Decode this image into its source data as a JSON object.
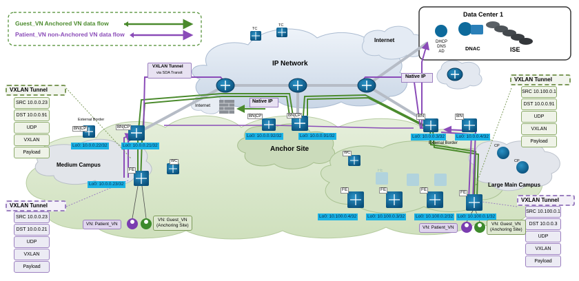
{
  "legend": {
    "guest_label": "Guest_VN  Anchored VN data flow",
    "patient_label": "Patient_VN  non-Anchored VN data flow"
  },
  "colors": {
    "guest": "#4a8a2c",
    "patient": "#8a4bb8",
    "device": "#0d6a9c",
    "loopback": "#1bb3e6",
    "cloud": "#d8e3f0",
    "fabric": "#dce8cf"
  },
  "datacenter": {
    "title": "Data Center 1",
    "services": "DHCP\nDNS\nAD",
    "dnac": "DNAC",
    "ise": "ISE"
  },
  "internet_top": "Internet",
  "internet_left": "Internet",
  "ip_network": "IP Network",
  "tc_labels": [
    "TC",
    "TC"
  ],
  "transit_label_1": "VXLAN Tunnel",
  "transit_label_2": "via SDA Transit",
  "native_ip_center": "Native IP",
  "native_ip_right": "Native IP",
  "anchor_site": "Anchor Site",
  "medium_campus": "Medium Campus",
  "large_campus": "Large Main Campus",
  "external_border_left": "External  Border",
  "external_border_right": "External Border",
  "devices": {
    "bn_cp_left": "BN|CP",
    "bn_cp_border": "BN|CP",
    "bn_cp_anchor1": "BN|CP",
    "bn_cp_anchor2": "BN|CP",
    "bn_right": "BN",
    "bn_right2": "BN",
    "fe_medium": "FE",
    "wc_medium": "WC",
    "wc_large": "WC",
    "cp1": "CP",
    "cp2": "CP",
    "fe_large": [
      "FE",
      "FE",
      "FE",
      "FE",
      "FE"
    ]
  },
  "loopbacks": {
    "medium_border1": "Lo0: 10.0.0.22/32",
    "medium_border2": "Lo0: 10.0.0.21/32",
    "medium_fe": "Lo0: 10.0.0.23/32",
    "anchor1": "Lo0: 10.0.0.92/32",
    "anchor2": "Lo0: 10.0.0.91/32",
    "large_border1": "Lo0: 10.0.0.3/32",
    "large_border2": "Lo0: 10.0.0.4/32",
    "fe1": "Lo0: 10.100.0.4/32",
    "fe2": "Lo0: 10.100.0.3/32",
    "fe3": "Lo0: 10.100.0.2/32",
    "fe4": "Lo0: 10.100.0.1/32"
  },
  "vxlan_tl": {
    "title": "VXLAN Tunnel",
    "items": [
      "SRC 10.0.0.23",
      "DST 10.0.0.91",
      "UDP",
      "VXLAN",
      "Payload"
    ]
  },
  "vxlan_tr": {
    "title": "VXLAN Tunnel",
    "items": [
      "SRC 10.100.0.1",
      "DST  10.0.0.91",
      "UDP",
      "VXLAN",
      "Payload"
    ]
  },
  "vxlan_bl": {
    "title": "VXLAN Tunnel",
    "items": [
      "SRC 10.0.0.23",
      "DST 10.0.0.21",
      "UDP",
      "VXLAN",
      "Payload"
    ]
  },
  "vxlan_br": {
    "title": "VXLAN Tunnel",
    "items": [
      "SRC 10.100.0.1",
      "DST 10.0.0.3",
      "UDP",
      "VXLAN",
      "Payload"
    ]
  },
  "vn_left": {
    "patient": "VN: Patient_VN",
    "guest_1": "VN: Guest_VN",
    "guest_2": "(Anchoring Site)"
  },
  "vn_right": {
    "patient": "VN: Patient_VN",
    "guest_1": "VN: Guest_VN",
    "guest_2": "(Anchoring Site)"
  }
}
